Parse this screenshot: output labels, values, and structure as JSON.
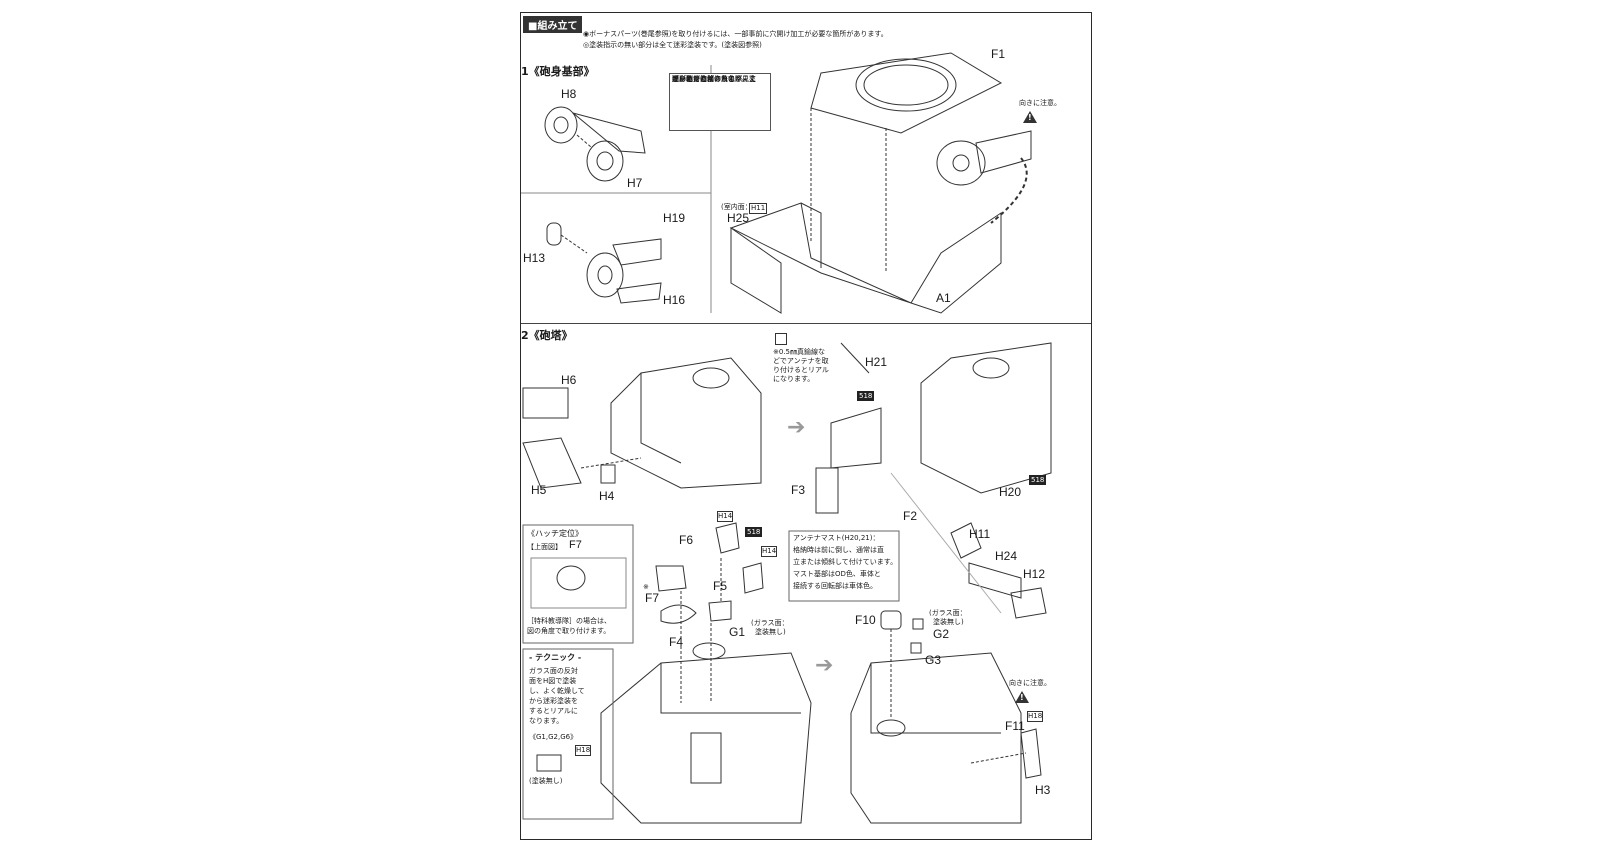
{
  "header": {
    "title": "■組み立て",
    "notes": [
      "◉ボーナスパーツ(巻尾参照)を取り付けるには、一部事前に穴開け加工が必要な箇所があります。",
      "◎塗装指示の無い部分は全て迷彩塗装です。(塗装図参照)"
    ]
  },
  "step1": {
    "title": "1《砲身基部》",
    "callout": [
      "砲身軸俯仰部：",
      "迷彩色で塗装されています",
      "が、砲身の俯仰角の際、塗",
      "膜が剥がれ地の鉄色が見え",
      "ていることがあります。"
    ],
    "labels": {
      "h8": "H8",
      "h7": "H7",
      "h19": "H19",
      "h13": "H13",
      "h16": "H16",
      "f1": "F1",
      "h25": "H25",
      "a1": "A1"
    },
    "h25_note": "(室内面：",
    "h25_paint": "H11",
    "orientation_note": "向きに注意。"
  },
  "step2": {
    "title": "2《砲塔》",
    "antenna_note": [
      "※0.5㎜真鍮線な",
      "どでアンテナを取",
      "り付けるとリアル",
      "になります。"
    ],
    "labels": {
      "h6": "H6",
      "h5": "H5",
      "h4": "H4",
      "h21": "H21",
      "f3": "F3",
      "f2": "F2",
      "h20": "H20",
      "h11": "H11",
      "h24": "H24",
      "h12": "H12",
      "f6": "F6",
      "f7": "F7",
      "f5": "F5",
      "f4": "F4",
      "g1": "G1",
      "f10": "F10",
      "g2": "G2",
      "g3": "G3",
      "f11": "F11",
      "h3": "H3",
      "f7b": "F7"
    },
    "paint_codes": {
      "h14a": "H14",
      "h14b": "H14",
      "c518a": "518",
      "c518b": "518",
      "c518c": "518",
      "h18a": "H18",
      "h18b": "H18"
    },
    "hatch": {
      "title": "《ハッチ定位》",
      "view": "【上面図】",
      "note": [
        "［特科教導隊］の場合は、",
        "図の角度で取り付けます。"
      ]
    },
    "antenna_box": [
      "アンテナマスト(H20,21)：",
      "格納時は前に倒し、通常は直",
      "立または傾斜して付けています。",
      "マスト基部はOD色、車体と",
      "接続する回転部は車体色。"
    ],
    "glass_g1": [
      "(ガラス面：",
      "塗装無し)"
    ],
    "glass_g2": [
      "(ガラス面：",
      "塗装無し)"
    ],
    "technique": {
      "title": "- テクニック -",
      "lines": [
        "ガラス面の反対",
        "面をH図で塗装",
        "し、よく乾燥して",
        "から迷彩塗装を",
        "するとリアルに",
        "なります。"
      ],
      "parts": "《G1,G2,G6》",
      "no_paint": "(塗装無し)"
    },
    "orientation_note": "向きに注意。",
    "asterisk": "※"
  }
}
